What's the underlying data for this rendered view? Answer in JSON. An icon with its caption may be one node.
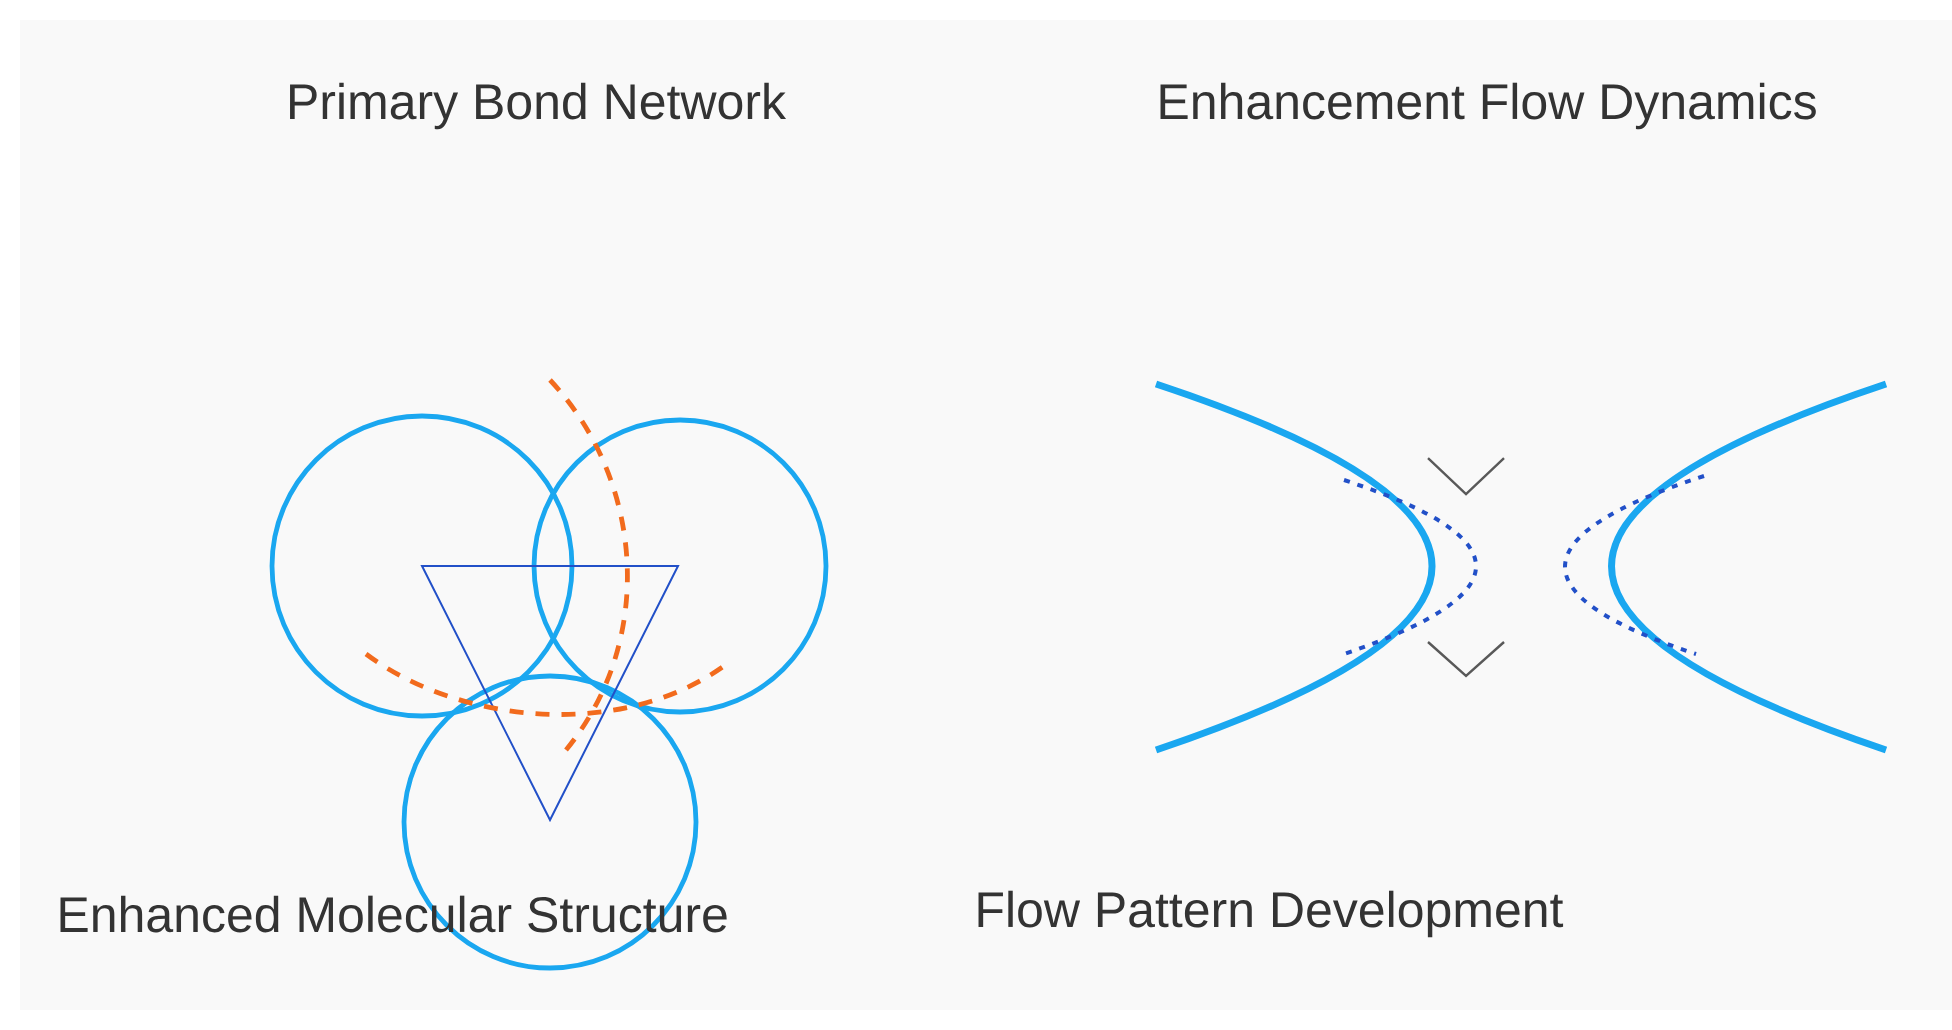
{
  "diagram": {
    "labels": [
      "Primary Bond Network",
      "Enhancement Flow Dynamics",
      "Enhanced Molecular Structure",
      "Flow Pattern Development"
    ]
  }
}
